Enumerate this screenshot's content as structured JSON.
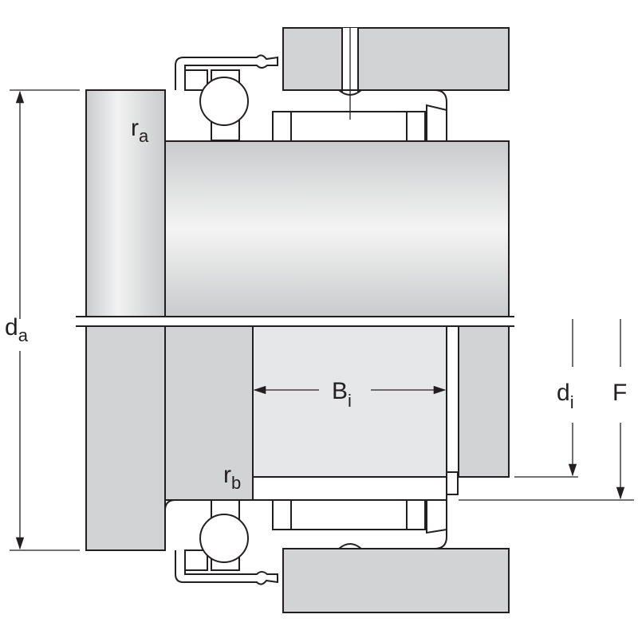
{
  "labels": {
    "da": {
      "main": "d",
      "sub": "a"
    },
    "ra": {
      "main": "r",
      "sub": "a"
    },
    "rb": {
      "main": "r",
      "sub": "b"
    },
    "bi": {
      "main": "B",
      "sub": "i"
    },
    "di": {
      "main": "d",
      "sub": "i"
    },
    "f": {
      "main": "F"
    }
  },
  "colors": {
    "housing": "#d1d3d4",
    "line": "#231f20"
  }
}
